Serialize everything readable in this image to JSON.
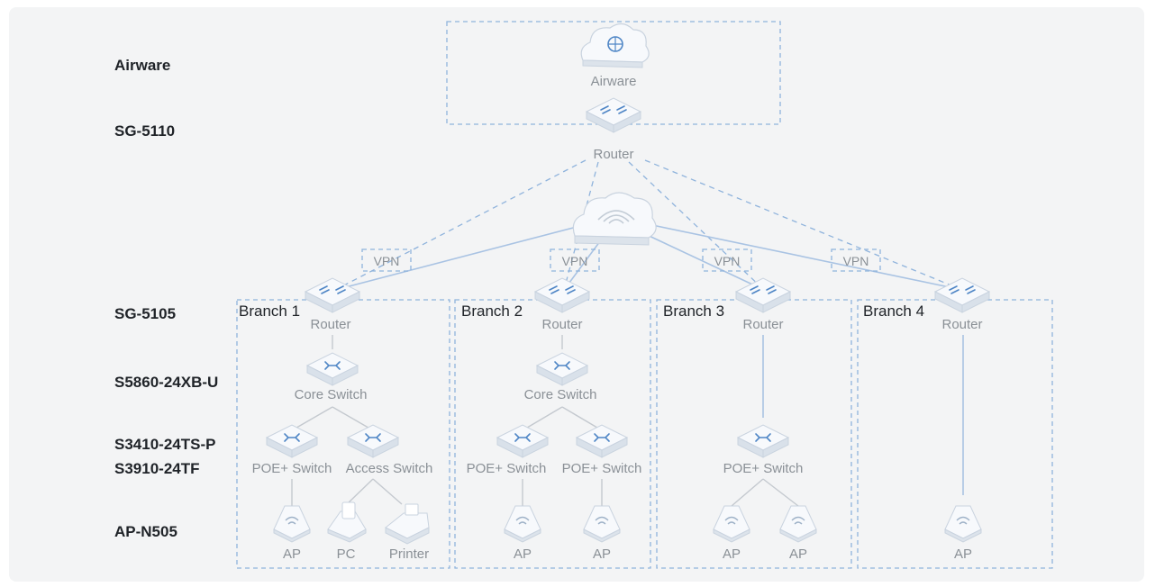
{
  "tiers": {
    "airware": "Airware",
    "sg5110": "SG-5110",
    "sg5105": "SG-5105",
    "s5860": "S5860-24XB-U",
    "s3410": "S3410-24TS-P",
    "s3910": "S3910-24TF",
    "apn505": "AP-N505"
  },
  "hq": {
    "cloud_label": "Airware",
    "router_label": "Router"
  },
  "vpn_label": "VPN",
  "branches": [
    {
      "name": "Branch 1",
      "router": "Router",
      "core": "Core Switch",
      "switch_a": "POE+ Switch",
      "switch_b": "Access Switch",
      "dev_1": "AP",
      "dev_2": "PC",
      "dev_3": "Printer"
    },
    {
      "name": "Branch 2",
      "router": "Router",
      "core": "Core Switch",
      "switch_a": "POE+ Switch",
      "switch_b": "POE+ Switch",
      "dev_1": "AP",
      "dev_2": "AP"
    },
    {
      "name": "Branch 3",
      "router": "Router",
      "switch_a": "POE+ Switch",
      "dev_1": "AP",
      "dev_2": "AP"
    },
    {
      "name": "Branch 4",
      "router": "Router",
      "dev_1": "AP"
    }
  ],
  "icons": [
    "cloud-icon",
    "router-icon",
    "internet-icon",
    "switch-icon",
    "ap-icon",
    "pc-icon",
    "printer-icon"
  ],
  "colors": {
    "background": "#f3f4f5",
    "dashed_line": "#8fb3dc",
    "device_accent": "#4f86c6",
    "label_text": "#8a9096",
    "tier_text": "#1f2328"
  }
}
